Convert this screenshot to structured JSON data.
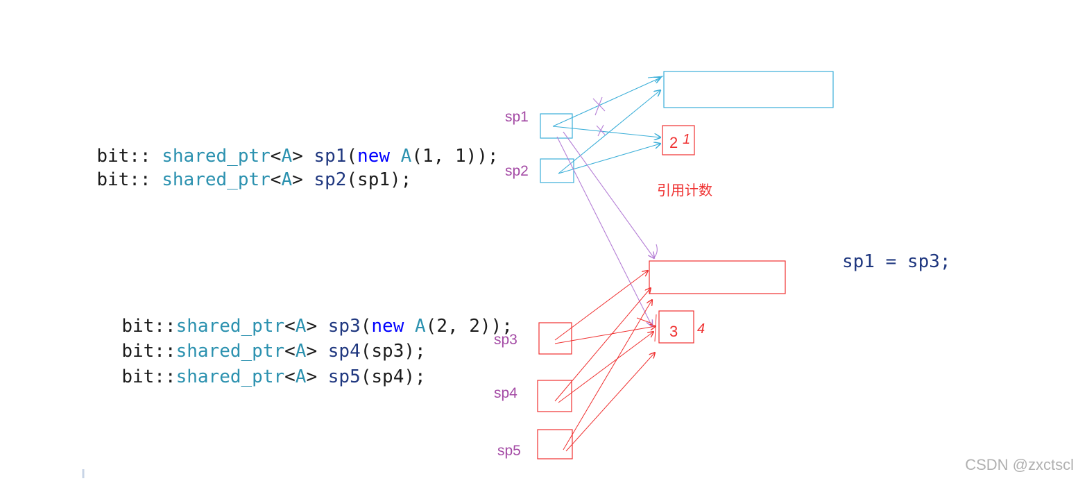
{
  "code_block_1": {
    "line_1": {
      "ns": "bit::",
      "type": "shared_ptr",
      "lt": "<",
      "arg": "A",
      "gt": ">",
      "var": " sp1",
      "open": "(",
      "new": "new",
      "cls": " A",
      "rest": "(1, 1));"
    },
    "line_2": {
      "ns": "bit::",
      "type": "shared_ptr",
      "lt": "<",
      "arg": "A",
      "gt": ">",
      "var": " sp2",
      "rest": "(sp1);"
    }
  },
  "code_block_2": {
    "line_1": {
      "ns": "bit::",
      "type": "shared_ptr",
      "lt": "<",
      "arg": "A",
      "gt": ">",
      "var": " sp3",
      "open": "(",
      "new": "new",
      "cls": " A",
      "rest": "(2, 2));"
    },
    "line_2": {
      "ns": "bit::",
      "type": "shared_ptr",
      "lt": "<",
      "arg": "A",
      "gt": ">",
      "var": " sp4",
      "rest": "(sp3);"
    },
    "line_3": {
      "ns": "bit::",
      "type": "shared_ptr",
      "lt": "<",
      "arg": "A",
      "gt": ">",
      "var": " sp5",
      "rest": "(sp4);"
    }
  },
  "labels": {
    "sp1": "sp1",
    "sp2": "sp2",
    "sp3": "sp3",
    "sp4": "sp4",
    "sp5": "sp5",
    "refcount": "引用计数"
  },
  "counts": {
    "blue_count": "2",
    "blue_scribble": "1",
    "red_count": "3",
    "red_scribble": "4"
  },
  "assignment": "sp1 = sp3;",
  "watermark": "CSDN @zxctscl",
  "colors": {
    "blue": "#3aaed8",
    "red": "#ef3030",
    "purple": "#b57fd6"
  }
}
